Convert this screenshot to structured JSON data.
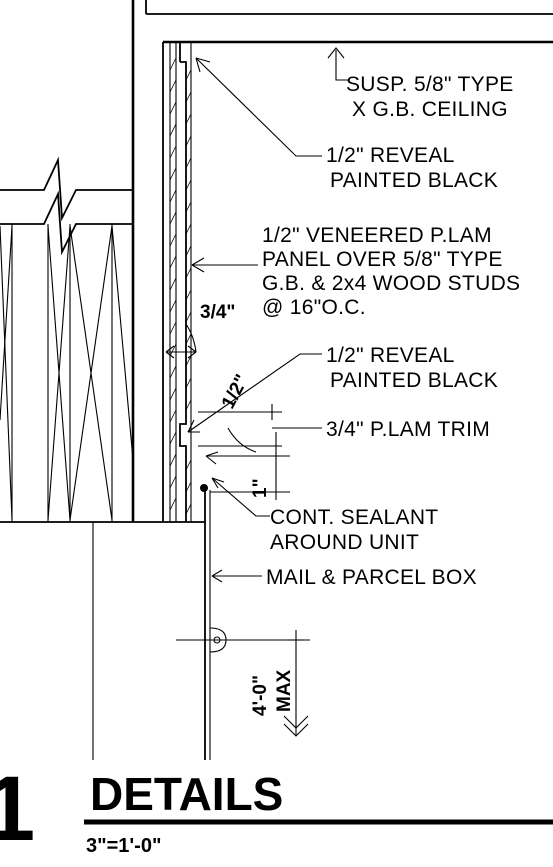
{
  "labels": {
    "ceiling_line1": "SUSP. 5/8\" TYPE",
    "ceiling_line2": "X G.B. CEILING",
    "reveal_top_line1": "1/2\" REVEAL",
    "reveal_top_line2": "PAINTED BLACK",
    "panel_line1": "1/2\" VENEERED P.LAM",
    "panel_line2": "PANEL OVER 5/8\" TYPE",
    "panel_line3": "G.B. & 2x4 WOOD STUDS",
    "panel_line4": "@ 16\"O.C.",
    "reveal_mid_line1": "1/2\" REVEAL",
    "reveal_mid_line2": "PAINTED BLACK",
    "trim": "3/4\" P.LAM TRIM",
    "sealant_line1": "CONT. SEALANT",
    "sealant_line2": "AROUND UNIT",
    "mailbox": "MAIL & PARCEL BOX"
  },
  "dimensions": {
    "three_quarter": "3/4\"",
    "half_inch": "1/2\"",
    "one_inch": "1\"",
    "max_height_value": "4'-0\"",
    "max_height_suffix": "MAX"
  },
  "title_block": {
    "detail_number": "1",
    "title": "DETAILS",
    "scale": "3\"=1'-0\""
  }
}
